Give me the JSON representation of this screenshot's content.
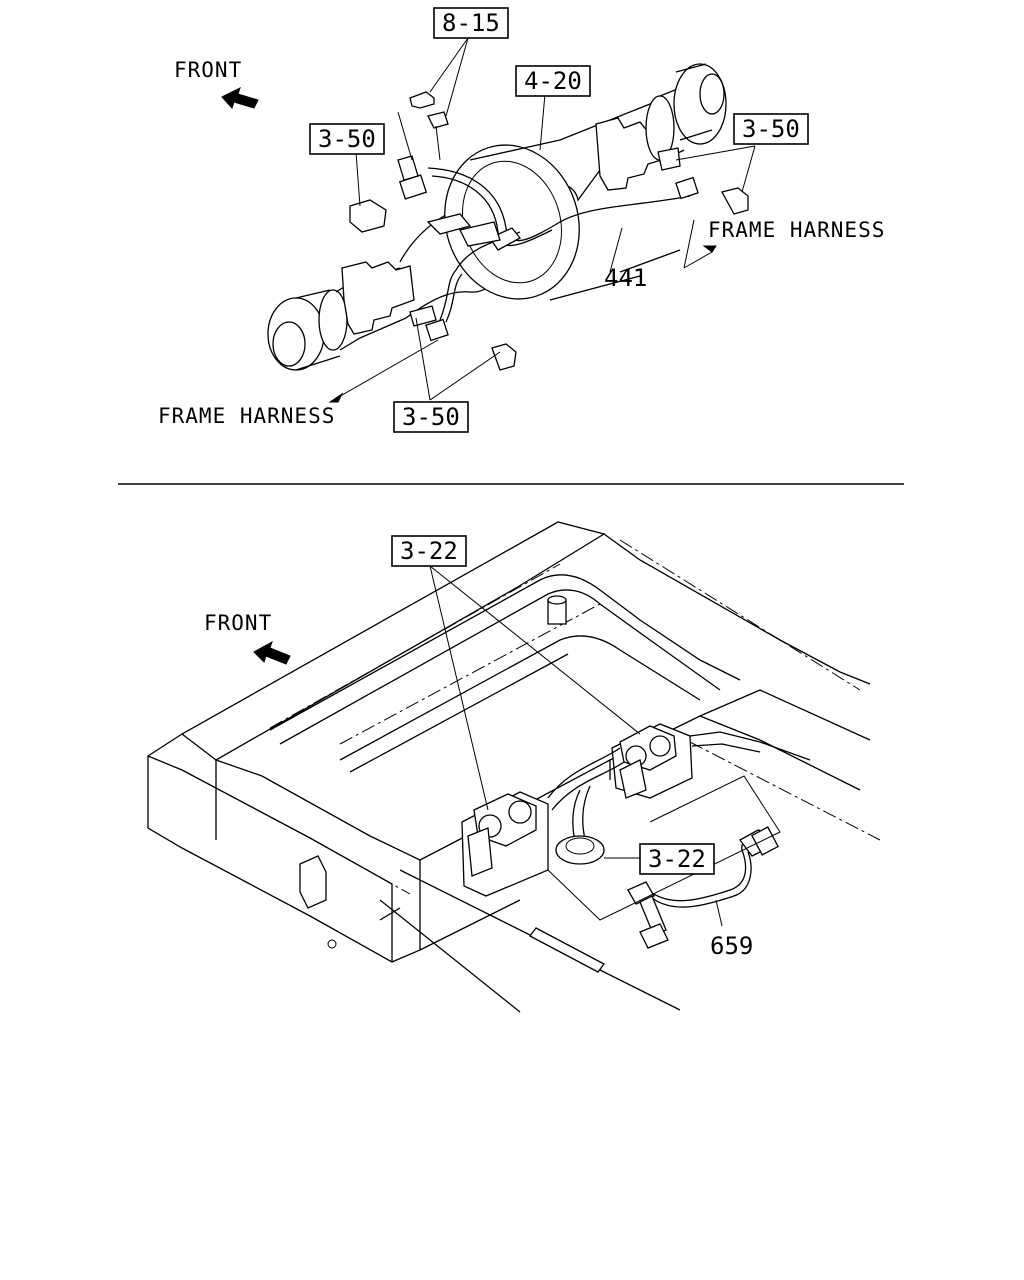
{
  "upper_view": {
    "front_label": "FRONT",
    "frame_harness_right": "FRAME HARNESS",
    "frame_harness_left": "FRAME HARNESS",
    "ref_8_15": "8-15",
    "ref_4_20": "4-20",
    "ref_3_50_left": "3-50",
    "ref_3_50_right": "3-50",
    "ref_3_50_bottom": "3-50",
    "part_441": "441"
  },
  "lower_view": {
    "front_label": "FRONT",
    "ref_3_22_top": "3-22",
    "ref_3_22_right": "3-22",
    "part_659": "659"
  },
  "colors": {
    "ink": "#000000",
    "paper": "#ffffff"
  }
}
